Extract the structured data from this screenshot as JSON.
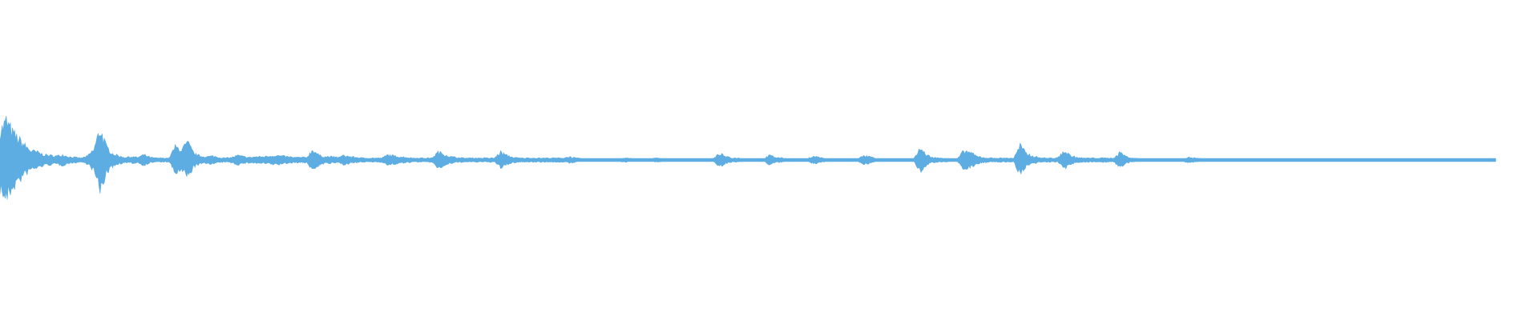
{
  "waveform": {
    "color": "#5dade2",
    "centerline_color": "#5dade2",
    "duration_fraction": 0.79,
    "envelope": [
      0.44,
      0.6,
      0.42,
      0.32,
      0.22,
      0.14,
      0.12,
      0.08,
      0.07,
      0.06,
      0.08,
      0.05,
      0.04,
      0.03,
      0.06,
      0.16,
      0.48,
      0.2,
      0.1,
      0.06,
      0.04,
      0.05,
      0.04,
      0.08,
      0.04,
      0.03,
      0.03,
      0.03,
      0.2,
      0.16,
      0.26,
      0.1,
      0.06,
      0.05,
      0.06,
      0.04,
      0.03,
      0.04,
      0.07,
      0.05,
      0.04,
      0.05,
      0.05,
      0.06,
      0.07,
      0.06,
      0.05,
      0.04,
      0.04,
      0.04,
      0.16,
      0.07,
      0.05,
      0.05,
      0.04,
      0.07,
      0.05,
      0.04,
      0.03,
      0.03,
      0.03,
      0.03,
      0.08,
      0.06,
      0.05,
      0.04,
      0.03,
      0.03,
      0.03,
      0.03,
      0.12,
      0.09,
      0.05,
      0.04,
      0.03,
      0.03,
      0.03,
      0.03,
      0.03,
      0.03,
      0.12,
      0.07,
      0.04,
      0.03,
      0.03,
      0.03,
      0.03,
      0.03,
      0.03,
      0.03,
      0.03,
      0.05,
      0.03,
      0.02,
      0.02,
      0.02,
      0.02,
      0.02,
      0.02,
      0.02,
      0.03,
      0.02,
      0.02,
      0.02,
      0.02,
      0.03,
      0.02,
      0.02,
      0.02,
      0.02,
      0.02,
      0.02,
      0.02,
      0.02,
      0.02,
      0.1,
      0.05,
      0.03,
      0.03,
      0.02,
      0.02,
      0.02,
      0.02,
      0.07,
      0.04,
      0.03,
      0.02,
      0.02,
      0.02,
      0.02,
      0.06,
      0.04,
      0.02,
      0.02,
      0.02,
      0.02,
      0.02,
      0.02,
      0.06,
      0.05,
      0.02,
      0.02,
      0.02,
      0.02,
      0.02,
      0.02,
      0.02,
      0.18,
      0.08,
      0.04,
      0.03,
      0.03,
      0.02,
      0.02,
      0.14,
      0.12,
      0.06,
      0.04,
      0.03,
      0.03,
      0.03,
      0.03,
      0.03,
      0.22,
      0.1,
      0.06,
      0.04,
      0.03,
      0.03,
      0.03,
      0.14,
      0.07,
      0.04,
      0.03,
      0.03,
      0.03,
      0.03,
      0.03,
      0.03,
      0.12,
      0.05,
      0.03,
      0.02,
      0.02,
      0.02,
      0.02,
      0.02,
      0.02,
      0.02,
      0.02,
      0.04,
      0.03,
      0.02,
      0.02,
      0.02,
      0.02,
      0.02,
      0.02,
      0.02,
      0.02,
      0.02,
      0.02,
      0.02,
      0.02,
      0.02,
      0.02,
      0.02,
      0.02,
      0.02,
      0.02,
      0.02,
      0.02,
      0.02,
      0.02,
      0.02,
      0.02,
      0.02,
      0.02,
      0.02,
      0.02,
      0.02,
      0.02,
      0.02,
      0.02,
      0.02,
      0.02,
      0.02,
      0.02,
      0.02,
      0.02,
      0.02,
      0.02,
      0.02,
      0.02,
      0.02,
      0.02,
      0.02,
      0.02,
      0.02,
      0.02
    ]
  }
}
